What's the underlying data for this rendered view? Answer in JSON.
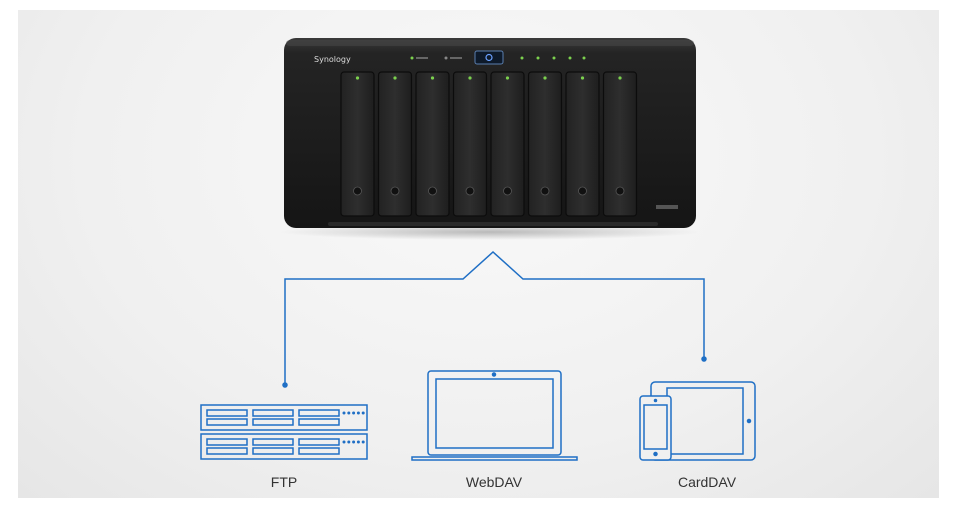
{
  "nas": {
    "brand_text": "Synology",
    "bay_count": 8
  },
  "clients": [
    {
      "id": "ftp",
      "label": "FTP",
      "icon": "server-rack-icon"
    },
    {
      "id": "webdav",
      "label": "WebDAV",
      "icon": "laptop-icon"
    },
    {
      "id": "carddav",
      "label": "CardDAV",
      "icon": "tablet-phone-icon"
    }
  ],
  "colors": {
    "line": "#1f6fc5",
    "nas_body": "#1c1c1c",
    "background": "#f0f0f0"
  }
}
